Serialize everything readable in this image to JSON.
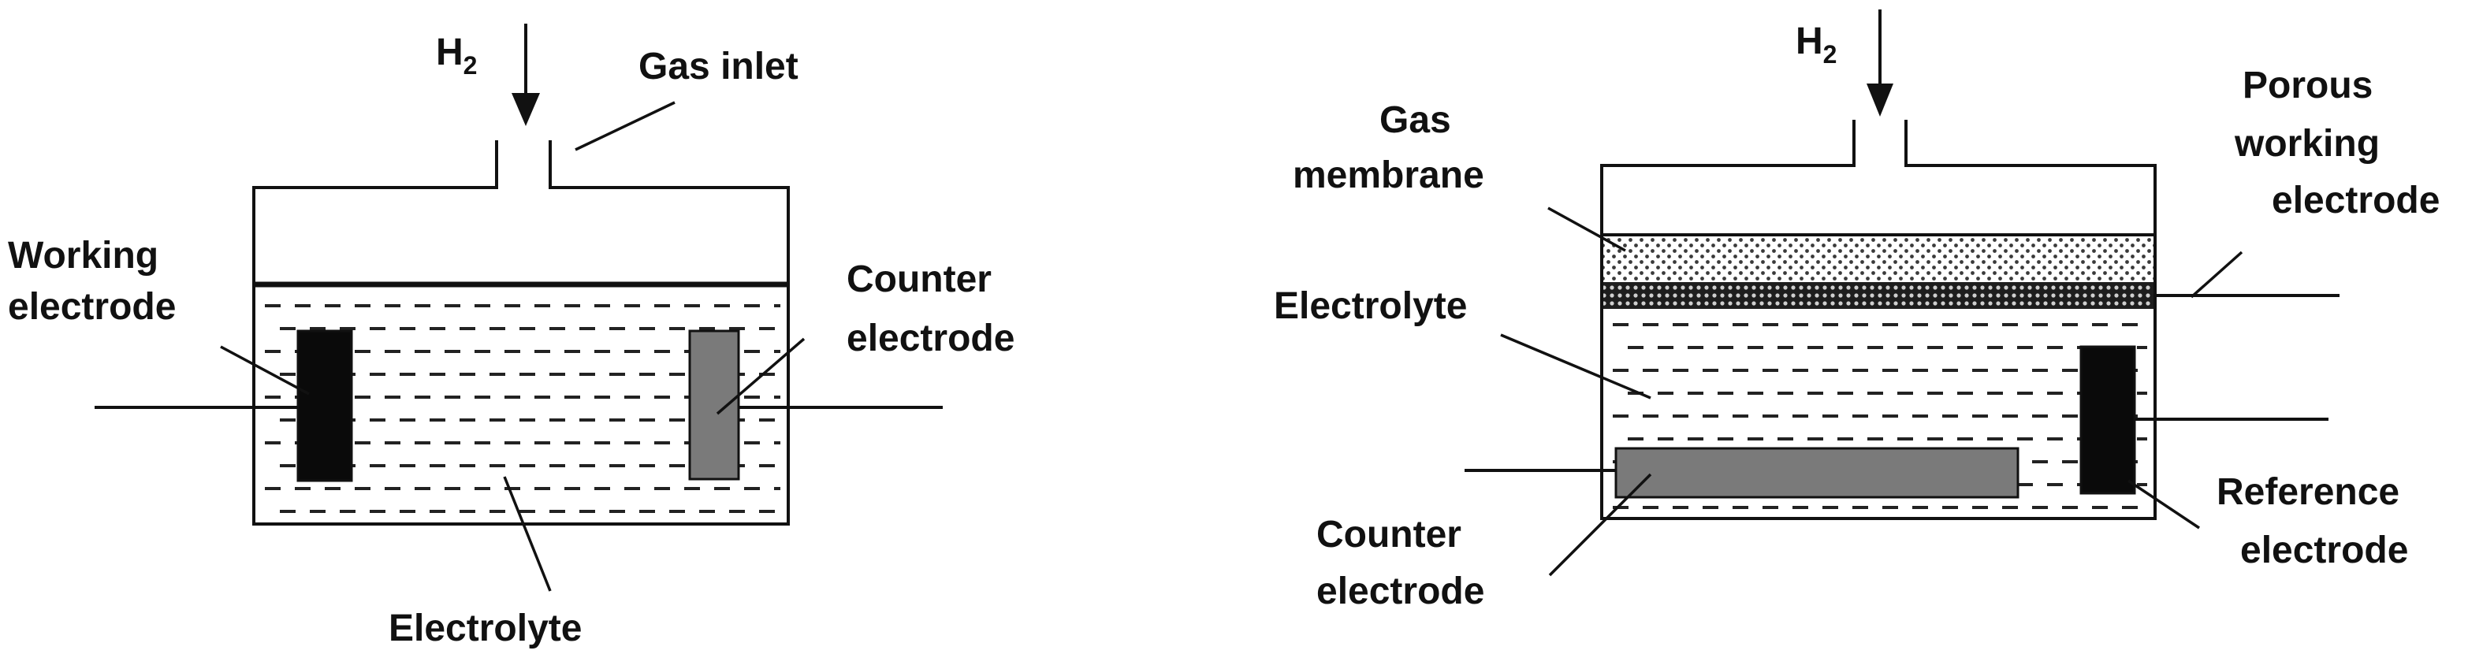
{
  "left_cell": {
    "gas_label": "H",
    "gas_subscript": "2",
    "gas_inlet_label": "Gas inlet",
    "working_electrode_label": [
      "Working",
      "electrode"
    ],
    "counter_electrode_label": [
      "Counter",
      "electrode"
    ],
    "electrolyte_label": "Electrolyte"
  },
  "right_cell": {
    "gas_label": "H",
    "gas_subscript": "2",
    "gas_membrane_label": [
      "Gas",
      "membrane"
    ],
    "porous_working_electrode_label": [
      "Porous",
      "working",
      "electrode"
    ],
    "electrolyte_label": "Electrolyte",
    "counter_electrode_label": [
      "Counter",
      "electrode"
    ],
    "reference_electrode_label": [
      "Reference",
      "electrode"
    ]
  },
  "colors": {
    "outline": "#111111",
    "working_electrode": "#0a0a0a",
    "counter_electrode": "#7a7a7a",
    "reference_electrode": "#0a0a0a",
    "membrane_dots": "#3a3a3a",
    "porous_layer": "#1e1e1e"
  }
}
